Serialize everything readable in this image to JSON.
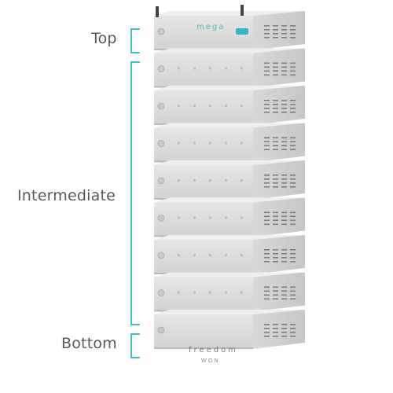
{
  "labels": {
    "top": "Top",
    "intermediate": "Intermediate",
    "bottom": "Bottom"
  },
  "colors": {
    "bracket": "#3fc4c7",
    "label": "#555a5c",
    "module_front": "#dcdcda",
    "module_side": "#cfcfcd",
    "module_top": "#eeeeec",
    "accent": "#34b7c4"
  },
  "top_module": {
    "brand": "mega",
    "badge": "",
    "handles": true
  },
  "bottom_module": {
    "brand": "freedom",
    "sub": "WON"
  },
  "intermediate_module_count": 7
}
